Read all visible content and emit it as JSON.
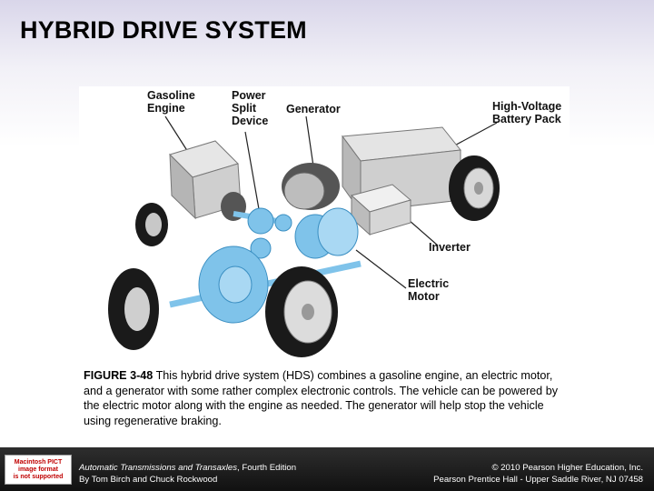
{
  "slide": {
    "title": "HYBRID DRIVE SYSTEM"
  },
  "figure": {
    "callouts": {
      "gasoline_engine": "Gasoline\nEngine",
      "power_split_device": "Power\nSplit\nDevice",
      "generator": "Generator",
      "battery_pack": "High-Voltage\nBattery Pack",
      "inverter": "Inverter",
      "electric_motor": "Electric\nMotor"
    },
    "colors": {
      "highlight_blue": "#7fc3ea",
      "component_gray": "#cfcfcf",
      "tire_black": "#1a1a1a"
    }
  },
  "caption": {
    "label": "FIGURE 3-48",
    "text": " This hybrid drive system (HDS) combines a gasoline engine, an electric motor, and a generator with some rather complex electronic controls. The vehicle can be powered by the electric motor along with the engine as needed. The generator will help stop the vehicle using regenerative braking."
  },
  "footer": {
    "image_placeholder": "Macintosh PICT\nimage format\nis not supported",
    "book_title": "Automatic Transmissions and Transaxles",
    "edition": ", Fourth Edition",
    "authors": "By Tom Birch and Chuck Rockwood",
    "copyright": "© 2010 Pearson Higher Education, Inc.",
    "publisher": "Pearson Prentice Hall - Upper Saddle River, NJ 07458"
  }
}
